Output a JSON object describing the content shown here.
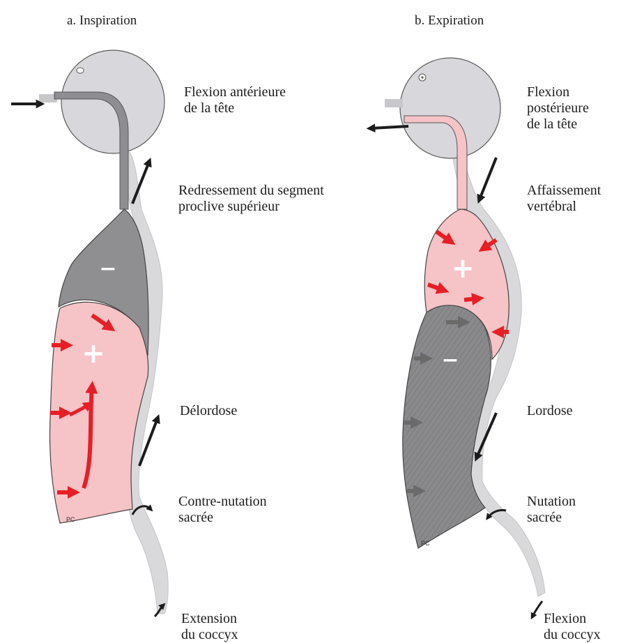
{
  "panels": {
    "a": {
      "title": "a. Inspiration",
      "labels": {
        "head": [
          "Flexion antérieure",
          "de la tête"
        ],
        "upper": [
          "Redressement du segment",
          "proclive supérieur"
        ],
        "lumbar": "Délordose",
        "sacrum": [
          "Contre-nutation",
          "sacrée"
        ],
        "coccyx": [
          "Extension",
          "du coccyx"
        ]
      },
      "thorax_sign": "−",
      "abdomen_sign": "+",
      "pc_mark": "PC"
    },
    "b": {
      "title": "b. Expiration",
      "labels": {
        "head": [
          "Flexion",
          "postérieure",
          "de la tête"
        ],
        "upper": [
          "Affaissement",
          "vertébral"
        ],
        "lumbar": "Lordose",
        "sacrum": [
          "Nutation",
          "sacrée"
        ],
        "coccyx": [
          "Flexion",
          "du coccyx"
        ]
      },
      "thorax_sign": "+",
      "abdomen_sign": "−",
      "pc_mark": "PC"
    }
  },
  "colors": {
    "head_fill": "#d8d8dc",
    "spine_fill": "#d9d9dc",
    "dark_cavity": "#8f8f92",
    "pink_cavity": "#f6c3c7",
    "red_arrow": "#e61f26",
    "black_arrow": "#1c1c1c"
  }
}
